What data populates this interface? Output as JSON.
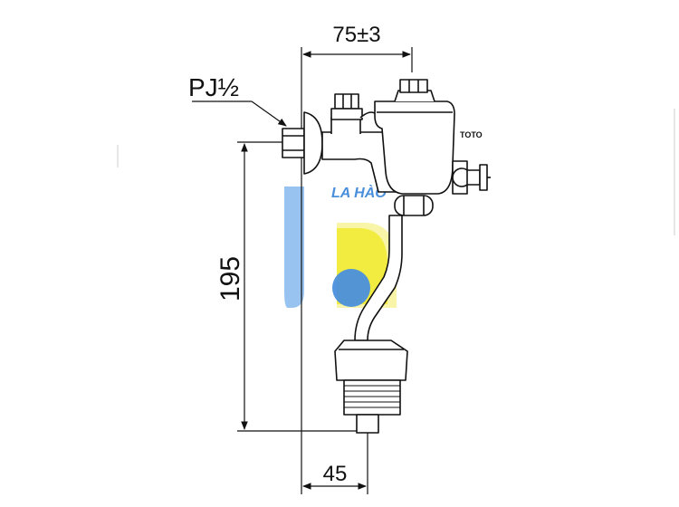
{
  "dimensions": {
    "top_width": "75±3",
    "height": "195",
    "bottom_width": "45",
    "connection": "PJ½"
  },
  "labels": {
    "brand": "TOTO",
    "watermark": "LA HÀO"
  },
  "colors": {
    "line": "#111111",
    "watermark_blue": "#4a8fdc",
    "watermark_yellow": "#f2ea2e"
  }
}
